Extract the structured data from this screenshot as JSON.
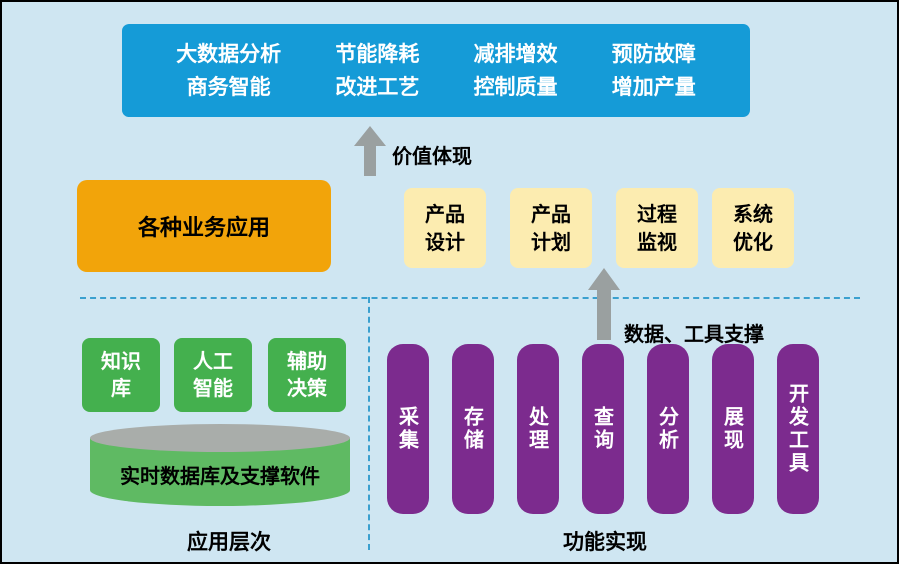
{
  "colors": {
    "bg": "#cfe6f2",
    "banner-blue": "#159bd7",
    "orange": "#f2a40a",
    "cream": "#fcecb0",
    "green": "#44b04e",
    "cyl-green": "#5fba63",
    "cyl-gray": "#a9adaa",
    "purple": "#7c2b8e",
    "arrow-gray": "#9aa0a0",
    "dash-blue": "#3aa0cf",
    "text": "#000000"
  },
  "banner": {
    "columns": [
      {
        "line1": "大数据分析",
        "line2": "商务智能"
      },
      {
        "line1": "节能降耗",
        "line2": "改进工艺"
      },
      {
        "line1": "减排增效",
        "line2": "控制质量"
      },
      {
        "line1": "预防故障",
        "line2": "增加产量"
      }
    ]
  },
  "value_arrow": {
    "label": "价值体现"
  },
  "business_box": {
    "label": "各种业务应用"
  },
  "function_boxes": {
    "items": [
      {
        "line1": "产品",
        "line2": "设计"
      },
      {
        "line1": "产品",
        "line2": "计划"
      },
      {
        "line1": "过程",
        "line2": "监视"
      },
      {
        "line1": "系统",
        "line2": "优化"
      }
    ]
  },
  "support_arrow": {
    "label": "数据、工具支撑"
  },
  "knowledge_boxes": {
    "items": [
      {
        "line1": "知识",
        "line2": "库"
      },
      {
        "line1": "人工",
        "line2": "智能"
      },
      {
        "line1": "辅助",
        "line2": "决策"
      }
    ]
  },
  "cylinder": {
    "label": "实时数据库及支撑软件"
  },
  "function_bars": {
    "items": [
      "采集",
      "存储",
      "处理",
      "查询",
      "分析",
      "展现",
      "开发工具"
    ]
  },
  "section_labels": {
    "left": "应用层次",
    "right": "功能实现"
  }
}
